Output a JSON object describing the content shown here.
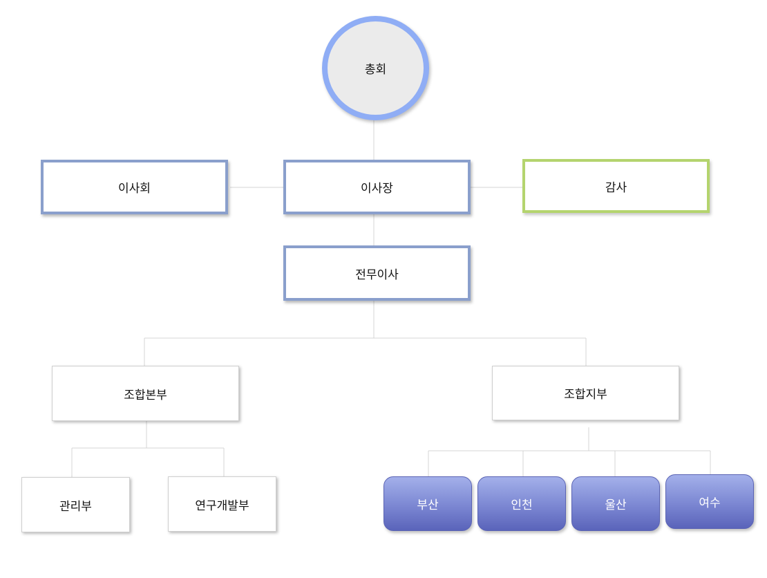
{
  "org": {
    "general_assembly": "총회",
    "board": "이사회",
    "chairman": "이사장",
    "auditor": "감사",
    "executive_director": "전무이사",
    "headquarters": "조합본부",
    "branch_office": "조합지부",
    "management": "관리부",
    "rnd": "연구개발부",
    "branches": [
      "부산",
      "인천",
      "울산",
      "여수"
    ]
  },
  "colors": {
    "circle_border": "#8fadf5",
    "exec_border": "#8a9fcc",
    "audit_border": "#b4d46e",
    "branch_fill": "#7b86d2",
    "connector": "#d4d4d4"
  }
}
